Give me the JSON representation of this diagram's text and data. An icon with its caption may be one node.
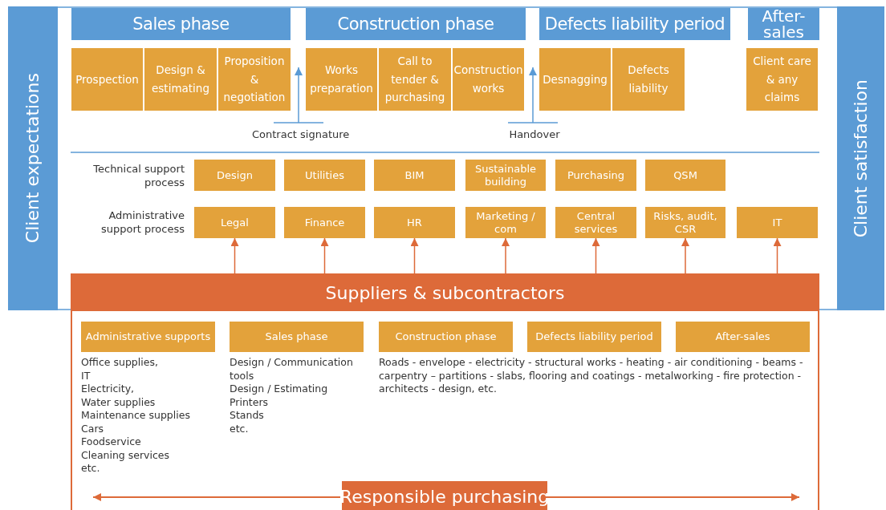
{
  "diagram": {
    "nodes": [
      {
        "text": [
          "Client expectations"
        ]
      },
      {
        "text": [
          "Client satisfaction"
        ]
      },
      {
        "text": [
          "Sales phase"
        ]
      },
      {
        "text": [
          "Construction phase"
        ]
      },
      {
        "text": [
          "Defects liability period"
        ]
      },
      {
        "text": [
          "After-sales"
        ]
      },
      {
        "text": [
          "Prospection"
        ]
      },
      {
        "text": [
          "Design & estimating"
        ]
      },
      {
        "text": [
          "Proposition & negotiation"
        ]
      },
      {
        "text": [
          "Works preparation"
        ]
      },
      {
        "text": [
          "Call to tender & purchasing"
        ]
      },
      {
        "text": [
          "Construction works"
        ]
      },
      {
        "text": [
          "Desnagging"
        ]
      },
      {
        "text": [
          "Defects liability"
        ]
      },
      {
        "text": [
          "Client care & any claims"
        ]
      },
      {
        "text": [
          "Design"
        ]
      },
      {
        "text": [
          "Utilities"
        ]
      },
      {
        "text": [
          "BIM"
        ]
      },
      {
        "text": [
          "Sustainable building"
        ]
      },
      {
        "text": [
          "Purchasing"
        ]
      },
      {
        "text": [
          "QSM"
        ]
      },
      {
        "text": [
          "Legal"
        ]
      },
      {
        "text": [
          "Finance"
        ]
      },
      {
        "text": [
          "HR"
        ]
      },
      {
        "text": [
          "Marketing / com"
        ]
      },
      {
        "text": [
          "Central services"
        ]
      },
      {
        "text": [
          "Risks, audit, CSR"
        ]
      },
      {
        "text": [
          "IT"
        ]
      },
      {
        "text": [
          "Suppliers & subcontractors"
        ]
      },
      {
        "text": [
          "Administrative supports"
        ],
        "in": 28,
        "beside": [
          "Office supplies,",
          "IT",
          "Electricity,",
          "Water supplies",
          "Maintenance supplies",
          "Cars",
          "Foodservice",
          "Cleaning services",
          "etc."
        ]
      },
      {
        "text": [
          "Sales phase"
        ],
        "in": 28,
        "beside": [
          "Design / Communication tools",
          "Design / Estimating",
          "Printers",
          "Stands",
          "etc."
        ]
      },
      {
        "text": [
          "Construction phase"
        ],
        "in": 28,
        "beside": [
          "Roads - envelope - electricity - structural works - heating - air conditioning - beams - carpentry – partitions - slabs, flooring and coatings - metalworking - fire protection - architects - design, etc."
        ]
      },
      {
        "text": [
          "Defects liability period"
        ],
        "in": 28
      },
      {
        "text": [
          "After-sales"
        ],
        "in": 28
      },
      {
        "text": [
          "Responsible purchasing"
        ],
        "in": 28
      }
    ],
    "edges": [
      {
        "from": 28,
        "to": 21,
        "arrow": "to"
      },
      {
        "from": 28,
        "to": 22,
        "arrow": "to"
      },
      {
        "from": 28,
        "to": 23,
        "arrow": "to"
      },
      {
        "from": 28,
        "to": 24,
        "arrow": "to"
      },
      {
        "from": 28,
        "to": 25,
        "arrow": "to"
      },
      {
        "from": 28,
        "to": 26,
        "arrow": "to"
      },
      {
        "from": 28,
        "to": 27,
        "arrow": "to"
      },
      {
        "from": 34,
        "to": null,
        "arrow": "to"
      },
      {
        "from": 34,
        "to": null,
        "arrow": "to"
      }
    ],
    "labels": [
      "Contract signature",
      "Handover",
      "Technical support process",
      "Administrative support process"
    ]
  }
}
